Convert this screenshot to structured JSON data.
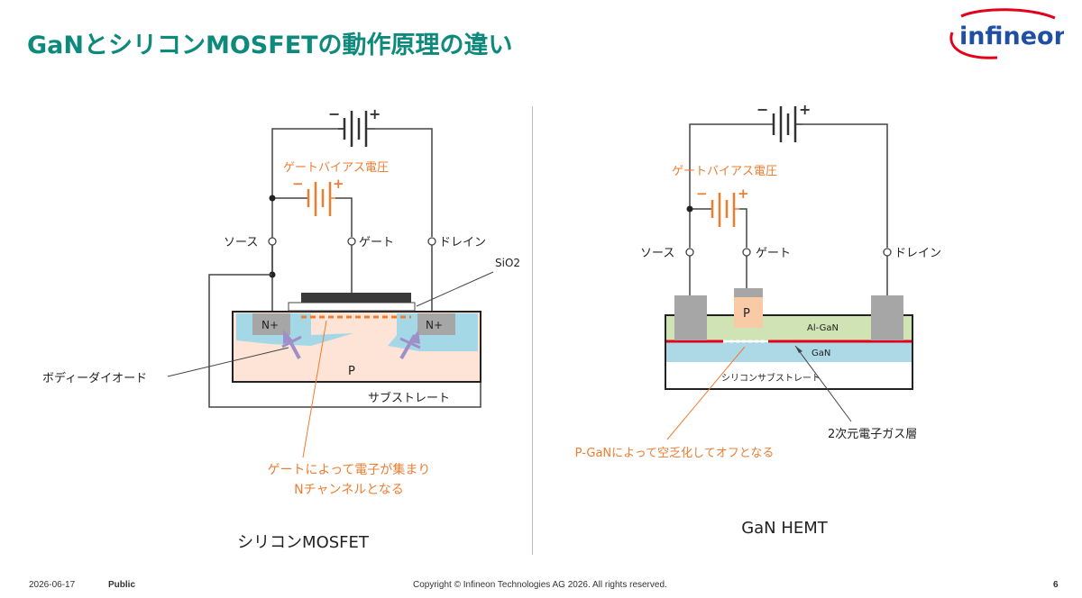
{
  "slide": {
    "title": "GaNとシリコンMOSFETの動作原理の違い",
    "logo_text": "infineon"
  },
  "colors": {
    "title": "#0e8a7d",
    "accent_orange": "#ed7d31",
    "n_region": "#a5d8e6",
    "p_substrate": "#fde4d6",
    "gate_metal": "#3a3a3a",
    "algan": "#cfe3b4",
    "gan": "#add8e6",
    "two_deg": "#e3001b",
    "electrode": "#a6a6a6",
    "p_gan": "#f8cba6",
    "diode_arrow": "#9f8fc9",
    "logo_blue": "#1f4fa3",
    "logo_red": "#e3001b"
  },
  "mosfet": {
    "battery_minus": "−",
    "battery_plus": "+",
    "gate_bias_label": "ゲートバイアス電圧",
    "gate_bias_minus": "−",
    "gate_bias_plus": "+",
    "source_label": "ソース",
    "gate_label": "ゲート",
    "drain_label": "ドレイン",
    "sio2_label": "SiO2",
    "n_plus_left": "N+",
    "n_plus_right": "N+",
    "p_label": "P",
    "body_diode_label": "ボディーダイオード",
    "substrate_label": "サブストレート",
    "channel_note_line1": "ゲートによって電子が集まり",
    "channel_note_line2": "Nチャンネルとなる",
    "caption": "シリコンMOSFET"
  },
  "gan": {
    "battery_minus": "−",
    "battery_plus": "+",
    "gate_bias_label": "ゲートバイアス電圧",
    "gate_bias_minus": "−",
    "gate_bias_plus": "+",
    "source_label": "ソース",
    "gate_label": "ゲート",
    "drain_label": "ドレイン",
    "p_label": "P",
    "algan_label": "Al-GaN",
    "gan_label": "GaN",
    "substrate_label": "シリコンサブストレート",
    "two_deg_label": "2次元電子ガス層",
    "pgan_note": "P-GaNによって空乏化してオフとなる",
    "caption": "GaN HEMT"
  },
  "footer": {
    "date": "2026-06-17",
    "classification": "Public",
    "copyright": "Copyright © Infineon Technologies AG 2026. All rights reserved.",
    "page": "6"
  }
}
